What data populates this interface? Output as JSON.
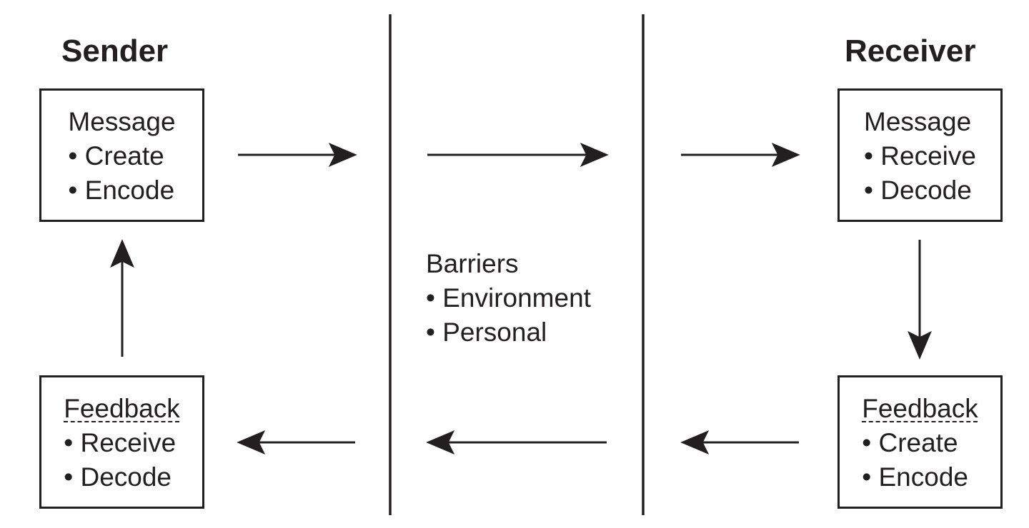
{
  "sender": {
    "title": "Sender",
    "message_box": {
      "heading": "Message",
      "items": [
        "• Create",
        "• Encode"
      ]
    },
    "feedback_box": {
      "heading": "Feedback",
      "items": [
        "• Receive",
        "• Decode"
      ]
    }
  },
  "receiver": {
    "title": "Receiver",
    "message_box": {
      "heading": "Message",
      "items": [
        "• Receive",
        "• Decode"
      ]
    },
    "feedback_box": {
      "heading": "Feedback",
      "items": [
        "• Create",
        "• Encode"
      ]
    }
  },
  "barriers": {
    "heading": "Barriers",
    "items": [
      "• Environment",
      "• Personal"
    ]
  },
  "colors": {
    "ink": "#231f20",
    "background": "#ffffff"
  }
}
